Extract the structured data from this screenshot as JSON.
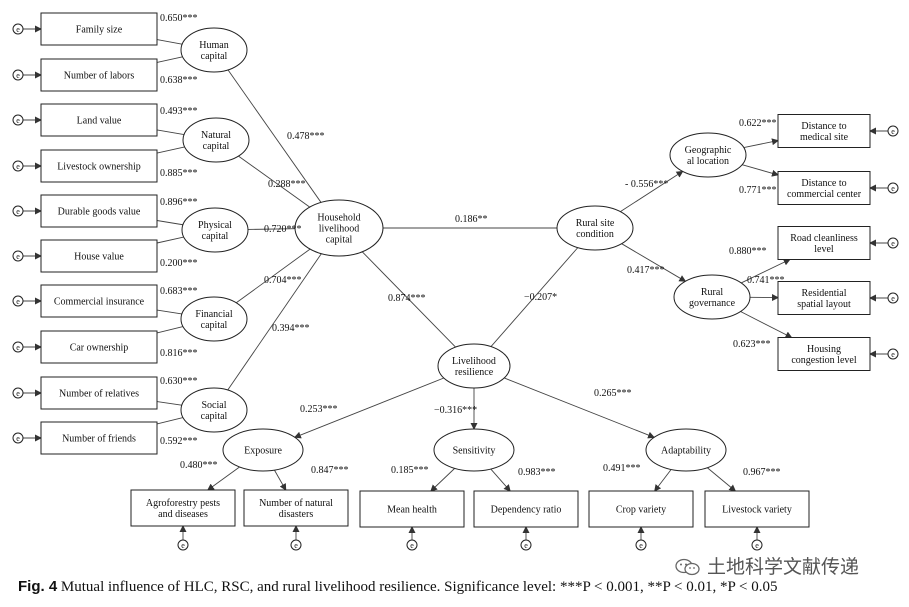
{
  "caption": {
    "label": "Fig. 4",
    "text": "Mutual influence of HLC, RSC, and rural livelihood resilience. Significance level: ***P < 0.001, **P < 0.01, *P < 0.05"
  },
  "watermark": {
    "text": "土地科学文献传递",
    "icon": "wechat-icon"
  },
  "error_label": "e",
  "latent": {
    "human": [
      "Human",
      "capital"
    ],
    "natural": [
      "Natural",
      "capital"
    ],
    "physical": [
      "Physical",
      "capital"
    ],
    "financial": [
      "Financial",
      "capital"
    ],
    "social": [
      "Social",
      "capital"
    ],
    "hlc": [
      "Household",
      "livelihood",
      "capital"
    ],
    "rsc": [
      "Rural site",
      "condition"
    ],
    "geo": [
      "Geographic",
      "al location"
    ],
    "gov": [
      "Rural",
      "governance"
    ],
    "resilience": [
      "Livelihood",
      "resilience"
    ],
    "exposure": [
      "Exposure"
    ],
    "sensitivity": [
      "Sensitivity"
    ],
    "adaptability": [
      "Adaptability"
    ]
  },
  "observed": {
    "family_size": [
      "Family size"
    ],
    "labors": [
      "Number of labors"
    ],
    "land": [
      "Land value"
    ],
    "livestock_own": [
      "Livestock ownership"
    ],
    "durable": [
      "Durable goods value"
    ],
    "house": [
      "House value"
    ],
    "insurance": [
      "Commercial insurance"
    ],
    "car": [
      "Car ownership"
    ],
    "relatives": [
      "Number of relatives"
    ],
    "friends": [
      "Number of friends"
    ],
    "medical": [
      "Distance to",
      "medical site"
    ],
    "commercial": [
      "Distance to",
      "commercial center"
    ],
    "road": [
      "Road cleanliness",
      "level"
    ],
    "residential": [
      "Residential",
      "spatial layout"
    ],
    "housing": [
      "Housing",
      "congestion level"
    ],
    "pests": [
      "Agroforestry pests",
      "and diseases"
    ],
    "disasters": [
      "Number of natural",
      "disasters"
    ],
    "health": [
      "Mean health"
    ],
    "dependency": [
      "Dependency ratio"
    ],
    "crop": [
      "Crop variety"
    ],
    "livestock_var": [
      "Livestock variety"
    ]
  },
  "coefficients": {
    "family_size": "0.650***",
    "labors": "0.638***",
    "land": "0.493***",
    "livestock_own": "0.885***",
    "durable": "0.896***",
    "house": "0.200***",
    "insurance": "0.683***",
    "car": "0.816***",
    "relatives": "0.630***",
    "friends": "0.592***",
    "human_hlc": "0.478***",
    "natural_hlc": "0.288***",
    "physical_hlc": "0.720***",
    "financial_hlc": "0.704***",
    "social_hlc": "0.394***",
    "hlc_rsc": "0.186**",
    "hlc_res": "0.874***",
    "rsc_res": "−0.207*",
    "rsc_geo": "- 0.556***",
    "rsc_gov": "0.417***",
    "medical": "0.622***",
    "commercial": "0.771***",
    "road": "0.880***",
    "residential": "0.741***",
    "housing": "0.623***",
    "res_exp": "0.253***",
    "res_sens": "−0.316***",
    "res_adapt": "0.265***",
    "pests": "0.480***",
    "disasters": "0.847***",
    "health": "0.185***",
    "dependency": "0.983***",
    "crop": "0.491***",
    "livestock_var": "0.967***"
  }
}
